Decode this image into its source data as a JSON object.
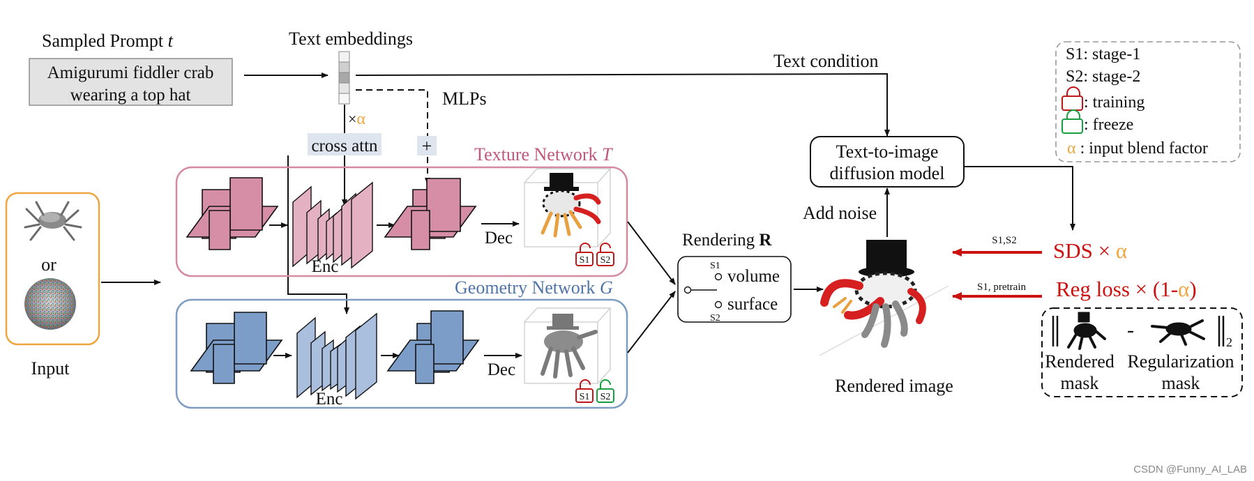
{
  "prompt": {
    "label_prefix": "Sampled Prompt ",
    "label_var": "t",
    "text_line1": "Amigurumi fiddler crab",
    "text_line2": "wearing a top hat"
  },
  "text_embeddings": "Text embeddings",
  "text_condition": "Text condition",
  "mlps": "MLPs",
  "times": "×",
  "alpha": "α",
  "cross_attn": "cross attn",
  "plus": "+",
  "input": {
    "or": "or",
    "label": "Input"
  },
  "texture_network": {
    "name": "Texture Network ",
    "var": "T",
    "enc": "Enc",
    "dec": "Dec"
  },
  "geometry_network": {
    "name": "Geometry Network ",
    "var": "G",
    "enc": "Enc",
    "dec": "Dec"
  },
  "badges": {
    "s1": "S1",
    "s2": "S2"
  },
  "rendering": {
    "title_prefix": "Rendering ",
    "title_bold": "R",
    "volume": "volume",
    "surface": "surface",
    "s1": "S1",
    "s2": "S2"
  },
  "diffusion": {
    "line1": "Text-to-image",
    "line2": "diffusion model"
  },
  "add_noise": "Add noise",
  "rendered_image": "Rendered image",
  "sds": {
    "label": "SDS × ",
    "alpha": "α",
    "arrow_label": "S1,S2"
  },
  "reg": {
    "label": "Reg loss × (1-",
    "alpha": "α",
    "close": ")",
    "arrow_label": "S1, pretrain"
  },
  "loss_box": {
    "minus": "-",
    "subscript": "2",
    "rendered_line1": "Rendered",
    "rendered_line2": "mask",
    "reg_line1": "Regularization",
    "reg_line2": "mask"
  },
  "legend": {
    "s1": "S1: stage-1",
    "s2": "S2: stage-2",
    "training": ": training",
    "freeze": ": freeze",
    "alpha": "α",
    "blend": " : input blend factor"
  },
  "watermark": "CSDN @Funny_AI_LAB",
  "colors": {
    "texture_border": "#d48aa0",
    "texture_fill": "#d58ea6",
    "texture_text": "#c0587a",
    "geometry_border": "#7f9cc4",
    "geometry_fill": "#7b9dc8",
    "geometry_text": "#4f74a8",
    "input_border": "#f0a640",
    "alpha_orange": "#f0a640",
    "loss_red": "#cc1111",
    "lock_red": "#c01818",
    "lock_green": "#18a040",
    "prompt_fill": "#e3e3e3",
    "attn_fill": "#dfe5ef"
  }
}
